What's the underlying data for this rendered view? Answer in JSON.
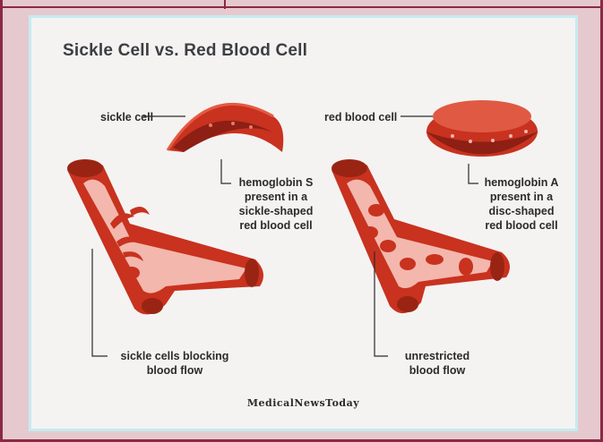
{
  "title": "Sickle Cell vs. Red Blood Cell",
  "left": {
    "cell_label": "sickle cell",
    "hemoglobin_text": [
      "hemoglobin S",
      "present in a",
      "sickle-shaped",
      "red blood cell"
    ],
    "flow_text": [
      "sickle cells blocking",
      "blood flow"
    ]
  },
  "right": {
    "cell_label": "red blood cell",
    "hemoglobin_text": [
      "hemoglobin A",
      "present in a",
      "disc-shaped",
      "red blood cell"
    ],
    "flow_text": [
      "unrestricted",
      "blood flow"
    ]
  },
  "brand": "MedicalNewsToday",
  "colors": {
    "background": "#e6c9cf",
    "frame": "#8a2a43",
    "card": "#f4f3f2",
    "card_border": "#c6ecef",
    "vessel_outer": "#c8321f",
    "vessel_inner": "#f3b7ad",
    "cell": "#c8321f",
    "text": "#2b2b2b"
  }
}
